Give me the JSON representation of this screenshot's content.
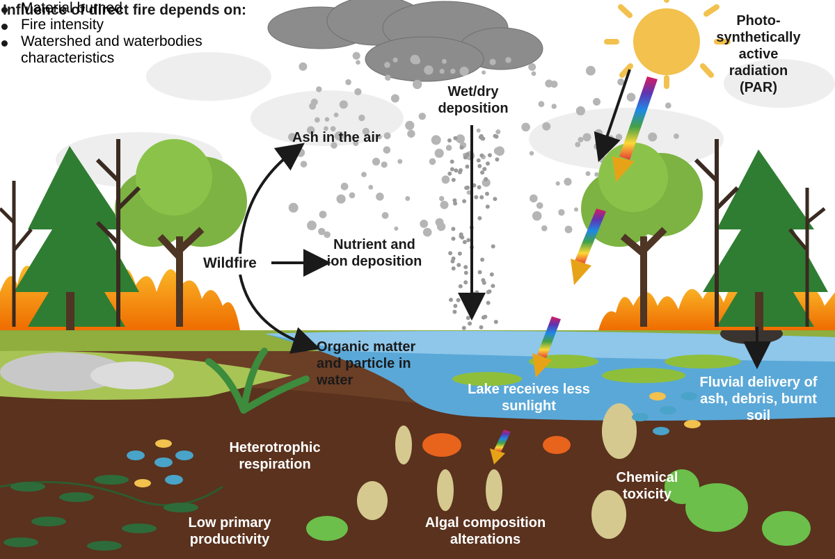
{
  "influence": {
    "heading": "Influence of direct fire depends on:",
    "items": [
      "Material burned",
      "Fire intensity",
      "Watershed and waterbodies characteristics"
    ]
  },
  "labels": {
    "ash_air": "Ash in the air",
    "wet_dry": "Wet/dry deposition",
    "par": "Photo-synthetically active radiation (PAR)",
    "wildfire": "Wildfire",
    "nutrient": "Nutrient and ion deposition",
    "organic": "Organic matter and particle in water",
    "lake": "Lake receives less sunlight",
    "fluvial": "Fluvial delivery of ash, debris, burnt soil",
    "heterotrophic": "Heterotrophic respiration",
    "chemical": "Chemical toxicity",
    "low_primary": "Low primary productivity",
    "algal": "Algal composition alterations"
  },
  "colors": {
    "ground": "#6b3e26",
    "water": "#5aa8d8",
    "grass": "#8fae3e",
    "fire": "#f7941d",
    "cloud": "#8c8c8c",
    "sun": "#f2c14e",
    "tree_dark": "#2f7d32",
    "tree_light": "#7cb342"
  }
}
